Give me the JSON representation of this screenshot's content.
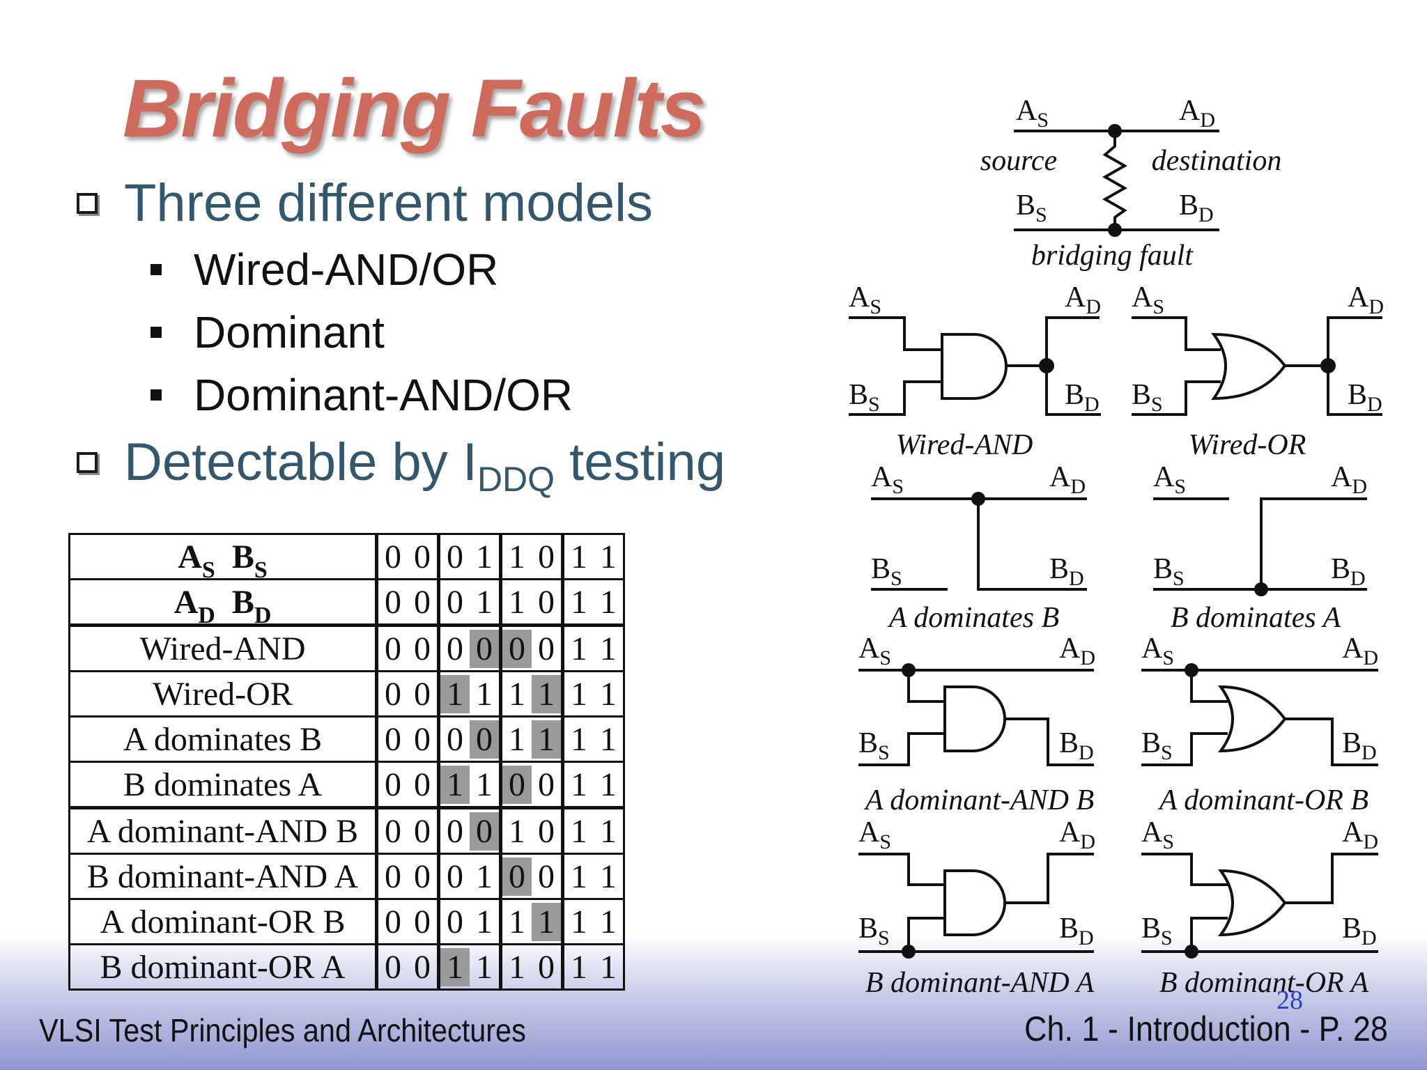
{
  "slide": {
    "title": "Bridging Faults",
    "bullets": [
      {
        "text": "Three different models",
        "sub_items": [
          "Wired-AND/OR",
          "Dominant",
          "Dominant-AND/OR"
        ]
      },
      {
        "text_pre": "Detectable by I",
        "text_sub": "DDQ",
        "text_post": " testing"
      }
    ]
  },
  "table": {
    "header_rows": [
      {
        "label_a": "A",
        "sub_a": "S",
        "label_b": "B",
        "sub_b": "S",
        "values": [
          [
            "0",
            "0"
          ],
          [
            "0",
            "1"
          ],
          [
            "1",
            "0"
          ],
          [
            "1",
            "1"
          ]
        ]
      },
      {
        "label_a": "A",
        "sub_a": "D",
        "label_b": "B",
        "sub_b": "D",
        "values": [
          [
            "0",
            "0"
          ],
          [
            "0",
            "1"
          ],
          [
            "1",
            "0"
          ],
          [
            "1",
            "1"
          ]
        ]
      }
    ],
    "rows": [
      {
        "label": "Wired-AND",
        "values": [
          [
            "0",
            "0"
          ],
          [
            "0",
            "0"
          ],
          [
            "0",
            "0"
          ],
          [
            "1",
            "1"
          ]
        ],
        "shaded": [
          3,
          4
        ]
      },
      {
        "label": "Wired-OR",
        "values": [
          [
            "0",
            "0"
          ],
          [
            "1",
            "1"
          ],
          [
            "1",
            "1"
          ],
          [
            "1",
            "1"
          ]
        ],
        "shaded": [
          2,
          5
        ]
      },
      {
        "label": "A dominates B",
        "values": [
          [
            "0",
            "0"
          ],
          [
            "0",
            "0"
          ],
          [
            "1",
            "1"
          ],
          [
            "1",
            "1"
          ]
        ],
        "shaded": [
          3,
          5
        ]
      },
      {
        "label": "B dominates A",
        "values": [
          [
            "0",
            "0"
          ],
          [
            "1",
            "1"
          ],
          [
            "0",
            "0"
          ],
          [
            "1",
            "1"
          ]
        ],
        "shaded": [
          2,
          4
        ]
      },
      {
        "label": "A dominant-AND B",
        "values": [
          [
            "0",
            "0"
          ],
          [
            "0",
            "0"
          ],
          [
            "1",
            "0"
          ],
          [
            "1",
            "1"
          ]
        ],
        "shaded": [
          3
        ]
      },
      {
        "label": "B dominant-AND A",
        "values": [
          [
            "0",
            "0"
          ],
          [
            "0",
            "1"
          ],
          [
            "0",
            "0"
          ],
          [
            "1",
            "1"
          ]
        ],
        "shaded": [
          4
        ]
      },
      {
        "label": "A dominant-OR B",
        "values": [
          [
            "0",
            "0"
          ],
          [
            "0",
            "1"
          ],
          [
            "1",
            "1"
          ],
          [
            "1",
            "1"
          ]
        ],
        "shaded": [
          5
        ]
      },
      {
        "label": "B dominant-OR A",
        "values": [
          [
            "0",
            "0"
          ],
          [
            "1",
            "1"
          ],
          [
            "1",
            "0"
          ],
          [
            "1",
            "1"
          ]
        ],
        "shaded": [
          2
        ]
      }
    ]
  },
  "diagram": {
    "A": "A",
    "B": "B",
    "S": "S",
    "D": "D",
    "source": "source",
    "destination": "destination",
    "bridging_fault": "bridging fault",
    "captions": {
      "wired_and": "Wired-AND",
      "wired_or": "Wired-OR",
      "a_dom_b": "A dominates B",
      "b_dom_a": "B dominates A",
      "a_dom_and_b": "A dominant-AND B",
      "a_dom_or_b": "A dominant-OR B",
      "b_dom_and_a": "B dominant-AND A",
      "b_dom_or_a": "B dominant-OR A"
    }
  },
  "footer": {
    "left": "VLSI Test Principles and Architectures",
    "right": "Ch. 1 - Introduction - P. 28",
    "page_number": "28"
  }
}
